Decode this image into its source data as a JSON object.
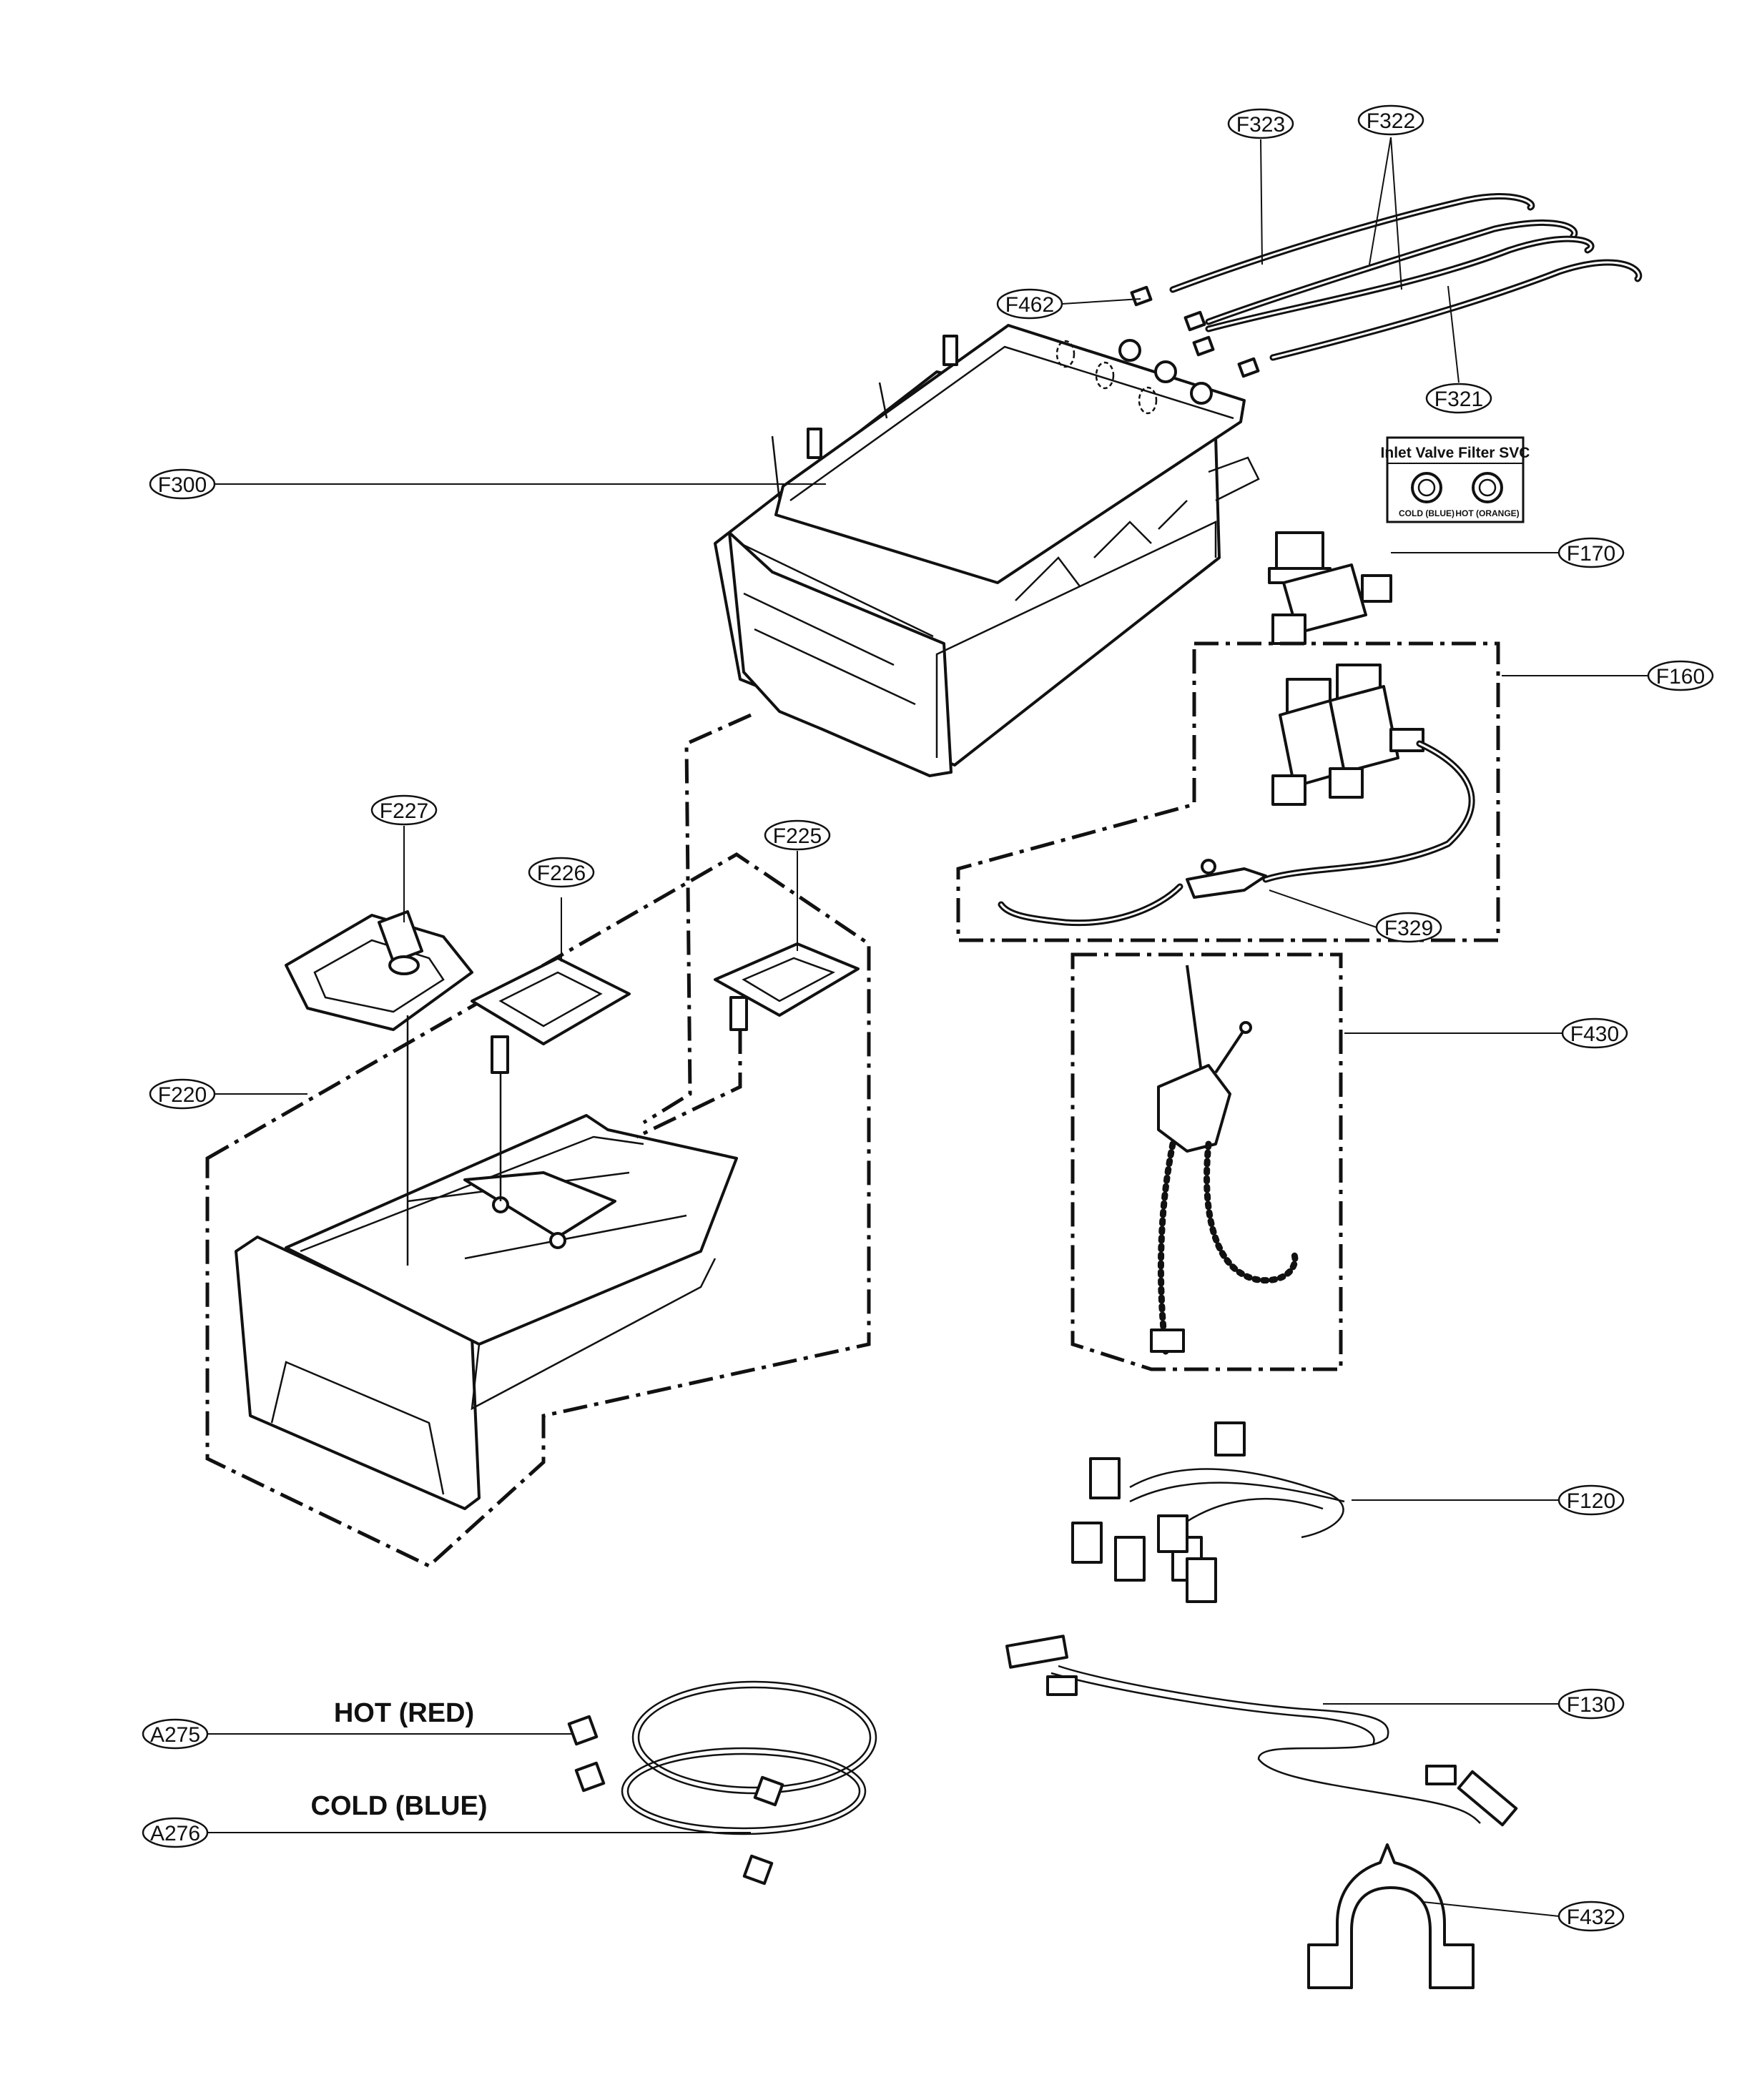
{
  "callouts": {
    "F323": "F323",
    "F322": "F322",
    "F462": "F462",
    "F321": "F321",
    "F300": "F300",
    "F170": "F170",
    "F160": "F160",
    "F227": "F227",
    "F225": "F225",
    "F226": "F226",
    "F329": "F329",
    "F430": "F430",
    "F220": "F220",
    "F120": "F120",
    "F130": "F130",
    "A275": "A275",
    "A276": "A276",
    "F432": "F432"
  },
  "labels": {
    "hot": "HOT (RED)",
    "cold": "COLD (BLUE)"
  },
  "inlet_filter": {
    "title": "Inlet Valve Filter SVC",
    "cold_caption": "COLD (BLUE)",
    "hot_caption": "HOT (ORANGE)"
  }
}
